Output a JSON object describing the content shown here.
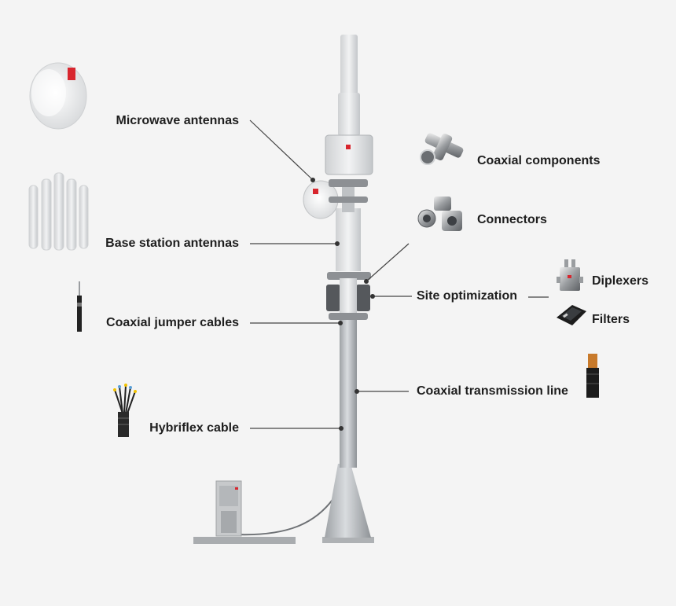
{
  "labels": {
    "microwave_antennas": "Microwave antennas",
    "base_station_antennas": "Base station antennas",
    "coaxial_jumper_cables": "Coaxial jumper cables",
    "hybriflex_cable": "Hybriflex cable",
    "coaxial_components": "Coaxial components",
    "connectors": "Connectors",
    "site_optimization": "Site optimization",
    "diplexers": "Diplexers",
    "filters": "Filters",
    "coaxial_transmission_line": "Coaxial transmission line"
  },
  "colors": {
    "background": "#f4f4f4",
    "text": "#1e1e1e",
    "leader_line": "#444444",
    "tower": "#b9bcbf",
    "brand_red": "#d8262e"
  },
  "icons": [
    "microwave-antenna-dish-icon",
    "base-station-antennas-icon",
    "coaxial-jumper-cable-icon",
    "hybriflex-cable-icon",
    "coaxial-components-icon",
    "connectors-icon",
    "diplexer-icon",
    "filter-icon",
    "coaxial-transmission-line-icon",
    "cell-tower-illustration",
    "equipment-cabinet-icon"
  ]
}
